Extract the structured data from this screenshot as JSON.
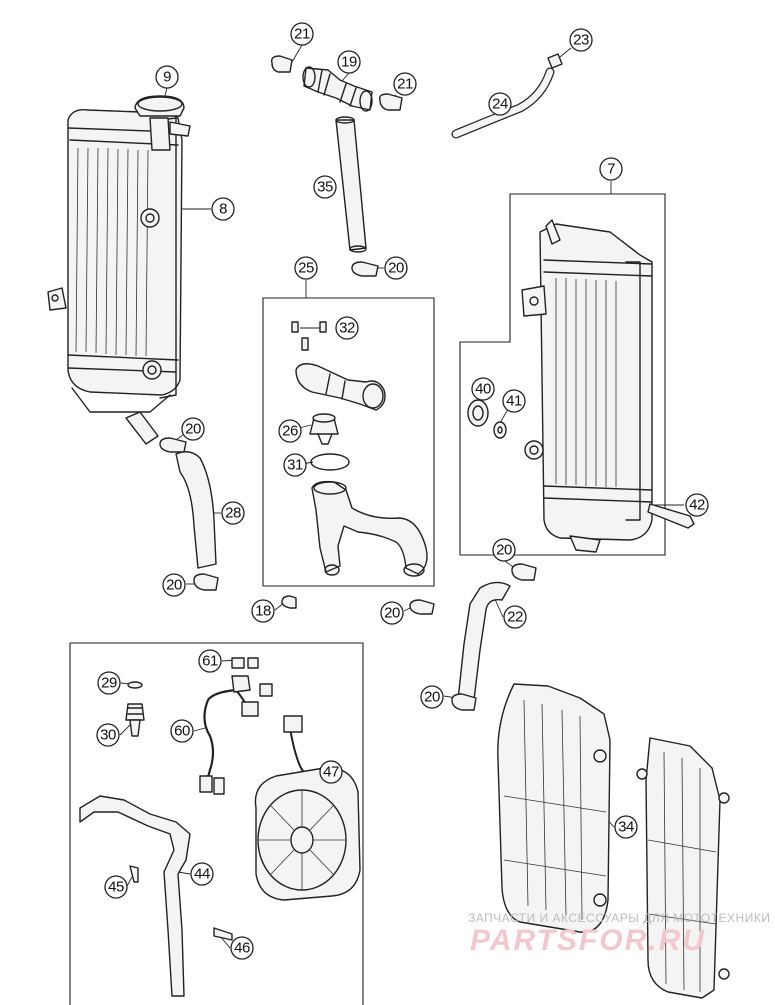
{
  "diagram": {
    "labels": {
      "p9": "9",
      "p8": "8",
      "p21a": "21",
      "p19": "19",
      "p21b": "21",
      "p23": "23",
      "p24": "24",
      "p35": "35",
      "p20a": "20",
      "p7": "7",
      "p25": "25",
      "p32": "32",
      "p40": "40",
      "p41": "41",
      "p26": "26",
      "p31": "31",
      "p20b": "20",
      "p28": "28",
      "p42": "42",
      "p20c": "20",
      "p20d": "20",
      "p18": "18",
      "p20e": "20",
      "p22": "22",
      "p61": "61",
      "p29": "29",
      "p20f": "20",
      "p60": "60",
      "p30": "30",
      "p47": "47",
      "p34": "34",
      "p44": "44",
      "p45": "45",
      "p46": "46"
    }
  },
  "watermark": {
    "tagline": "ЗАПЧАСТИ И АКСЕССУАРЫ ДЛЯ МОТОТЕХНИКИ",
    "brand": "PARTSFOR.RU"
  }
}
